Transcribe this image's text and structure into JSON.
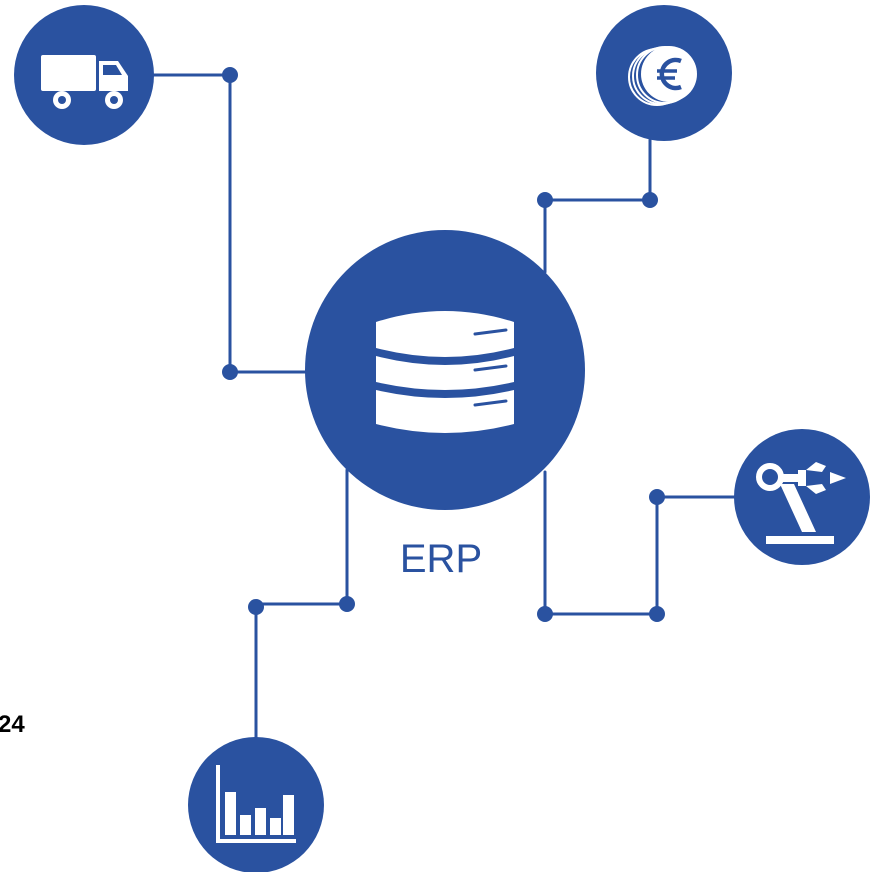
{
  "diagram": {
    "center_label": "ERP",
    "side_number": "24"
  },
  "colors": {
    "primary": "#2a52a0",
    "icon": "#ffffff",
    "text_dark": "#000000"
  },
  "nodes": [
    {
      "name": "erp-database-node",
      "icon": "database-icon"
    },
    {
      "name": "logistics-node",
      "icon": "truck-icon"
    },
    {
      "name": "finance-node",
      "icon": "euro-coins-icon"
    },
    {
      "name": "production-node",
      "icon": "robot-arm-icon"
    },
    {
      "name": "analytics-node",
      "icon": "bar-chart-icon"
    }
  ]
}
